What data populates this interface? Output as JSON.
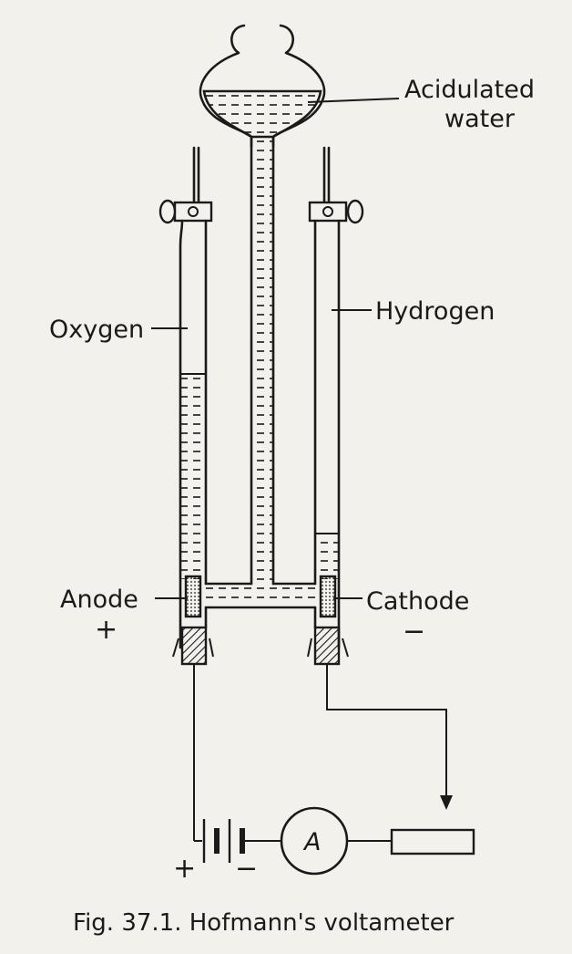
{
  "labels": {
    "liquid": "Acidulated\nwater",
    "left_gas": "Oxygen",
    "right_gas": "Hydrogen",
    "left_electrode": "Anode",
    "right_electrode": "Cathode",
    "left_polarity": "+",
    "right_polarity": "−",
    "meter": "A",
    "battery_plus": "+",
    "battery_minus": "−"
  },
  "caption": "Fig. 37.1. Hofmann's voltameter"
}
